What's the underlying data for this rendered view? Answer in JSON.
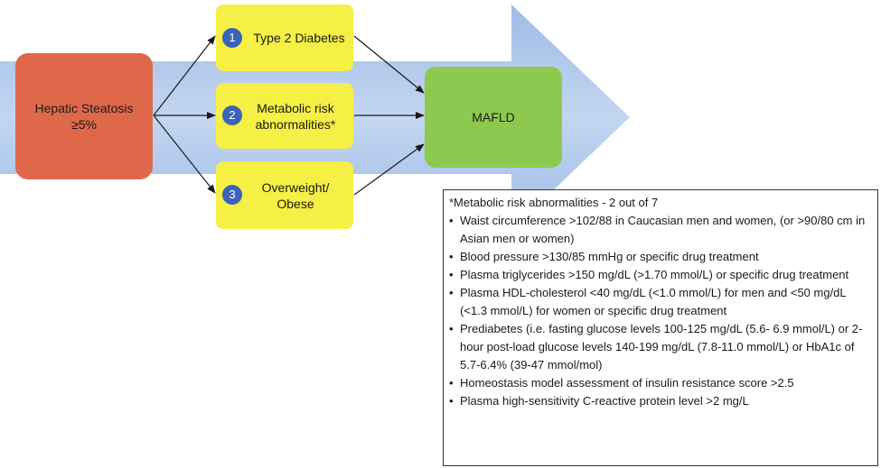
{
  "diagram": {
    "steatosis": "Hepatic Steatosis\n≥5%",
    "criteria": [
      {
        "number": "1",
        "label": "Type 2 Diabetes"
      },
      {
        "number": "2",
        "label": "Metabolic risk\nabnormalities*"
      },
      {
        "number": "3",
        "label": "Overweight/\nObese"
      }
    ],
    "outcome": "MAFLD"
  },
  "legend": {
    "heading": "*Metabolic risk abnormalities - 2 out of 7",
    "items": [
      "Waist circumference >102/88 in Caucasian men and women, (or >90/80 cm in Asian men or women)",
      "Blood pressure >130/85 mmHg or specific drug treatment",
      "Plasma triglycerides >150 mg/dL (>1.70 mmol/L) or specific drug treatment",
      "Plasma HDL-cholesterol <40 mg/dL (<1.0 mmol/L) for men and <50 mg/dL (<1.3 mmol/L) for women or specific drug treatment",
      "Prediabetes (i.e. fasting glucose levels 100-125 mg/dL (5.6- 6.9 mmol/L) or 2-hour post-load glucose levels 140-199 mg/dL (7.8-11.0 mmol/L) or HbA1c of 5.7-6.4% (39-47 mmol/mol)",
      "Homeostasis model assessment of insulin resistance score >2.5",
      "Plasma high-sensitivity C-reactive protein level >2 mg/L"
    ]
  },
  "colors": {
    "arrow": "#a8c3e8",
    "steatosis": "#e0684a",
    "criteria": "#f5ef46",
    "outcome": "#8dc94e",
    "number_circle": "#3b63b8"
  }
}
